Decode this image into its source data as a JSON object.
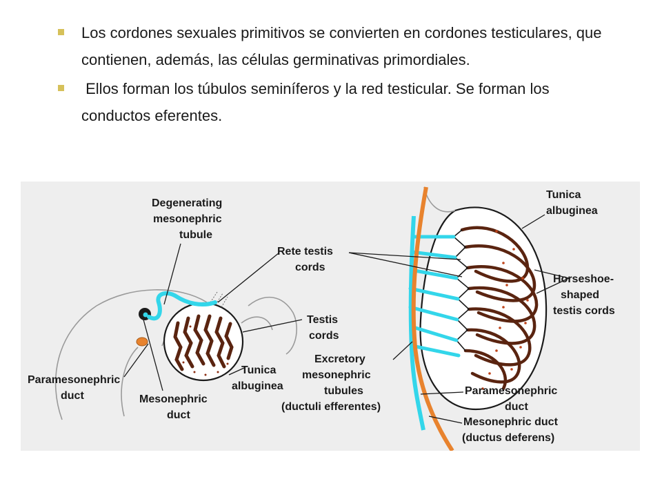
{
  "bullets": [
    "Los cordones sexuales primitivos se convierten en cordones testiculares, que contienen, además, las células germinativas primordiales.",
    " Ellos forman los túbulos seminíferos y la red testicular. Se forman los conductos eferentes."
  ],
  "colors": {
    "bullet": "#d6c15a",
    "mesonephric_tubule": "#33d6ea",
    "paramesonephric_duct": "#e8832e",
    "testis_cords": "#5a2410"
  },
  "labels": {
    "degenerating": [
      "Degenerating",
      "mesonephric",
      "tubule"
    ],
    "rete": [
      "Rete testis",
      "cords"
    ],
    "testis_cords": [
      "Testis",
      "cords"
    ],
    "parameso_left": [
      "Paramesonephric",
      "duct"
    ],
    "meso_left": [
      "Mesonephric",
      "duct"
    ],
    "tunica_left": [
      "Tunica",
      "albuginea"
    ],
    "excretory": [
      "Excretory",
      "mesonephric",
      "tubules",
      "(ductuli efferentes)"
    ],
    "tunica_right": [
      "Tunica",
      "albuginea"
    ],
    "horseshoe": [
      "Horseshoe-",
      "shaped",
      "testis cords"
    ],
    "parameso_right": [
      "Paramesonephric",
      "duct"
    ],
    "meso_right": [
      "Mesonephric duct",
      "(ductus deferens)"
    ]
  }
}
